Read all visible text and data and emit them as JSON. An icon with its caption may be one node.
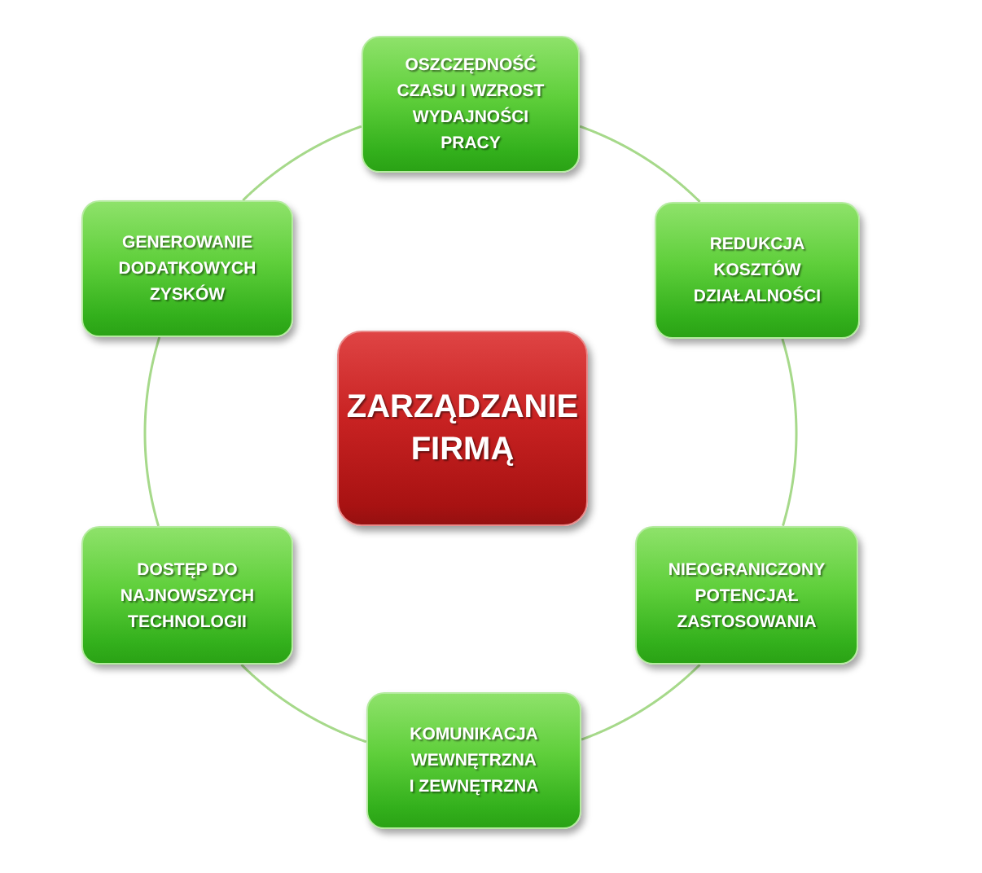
{
  "diagram": {
    "nodes": [
      {
        "text": [
          "OSZCZĘDNOŚĆ CZASU I WZROST WYDAJNOŚCI PRACY"
        ]
      },
      {
        "text": [
          "GENEROWANIE DODATKOWYCH ZYSKÓW"
        ]
      },
      {
        "text": [
          "REDUKCJA KOSZTÓW DZIAŁALNOŚCI"
        ]
      },
      {
        "text": [
          "ZARZĄDZANIE FIRMĄ"
        ]
      },
      {
        "text": [
          "DOSTĘP DO NAJNOWSZYCH TECHNOLOGII"
        ]
      },
      {
        "text": [
          "NIEOGRANICZONY POTENCJAŁ ZASTOSOWANIA"
        ]
      },
      {
        "text": [
          "KOMUNIKACJA WEWNĘTRZNA I ZEWNĘTRZNA"
        ]
      }
    ],
    "edges": [
      {
        "from": 0,
        "to": 2,
        "arrow": "none"
      },
      {
        "from": 2,
        "to": 5,
        "arrow": "none"
      },
      {
        "from": 5,
        "to": 6,
        "arrow": "none"
      },
      {
        "from": 6,
        "to": 4,
        "arrow": "none"
      },
      {
        "from": 4,
        "to": 1,
        "arrow": "none"
      },
      {
        "from": 1,
        "to": 0,
        "arrow": "none"
      }
    ]
  }
}
